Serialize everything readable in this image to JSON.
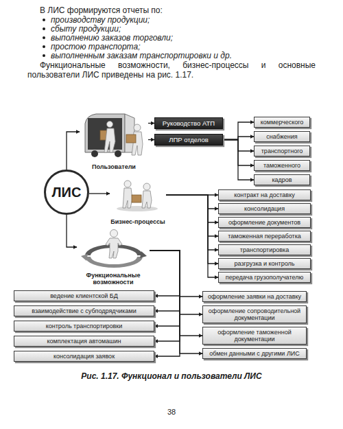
{
  "diagram": {
    "caption": "Рис. 1.17. Функционал и пользователи ЛИС",
    "nodes": [
      {
        "text": [
          "Пользователи"
        ]
      },
      {
        "text": [
          "Руководство АТП"
        ]
      },
      {
        "text": [
          "ЛПР отделов"
        ]
      },
      {
        "text": [
          "коммерческого"
        ]
      },
      {
        "text": [
          "снабжения"
        ]
      },
      {
        "text": [
          "транспортного"
        ]
      },
      {
        "text": [
          "таможенного"
        ]
      },
      {
        "text": [
          "кадров"
        ]
      },
      {
        "text": [
          "ЛИС"
        ]
      },
      {
        "text": [
          "Бизнес-процессы"
        ]
      },
      {
        "text": [
          "контракт на доставку"
        ]
      },
      {
        "text": [
          "консолидация"
        ]
      },
      {
        "text": [
          "оформление документов"
        ]
      },
      {
        "text": [
          "таможенная переработка"
        ]
      },
      {
        "text": [
          "транспортировка"
        ]
      },
      {
        "text": [
          "разгрузка и контроль"
        ]
      },
      {
        "text": [
          "передача грузополучателю"
        ]
      },
      {
        "text": [
          "Функциональные возможности"
        ]
      },
      {
        "text": [
          "ведение клиентской БД"
        ]
      },
      {
        "text": [
          "взаимодействие с субподрядчиками"
        ]
      },
      {
        "text": [
          "контроль транспортировки"
        ]
      },
      {
        "text": [
          "комплектация автомашин"
        ]
      },
      {
        "text": [
          "консолидация заявок"
        ]
      },
      {
        "text": [
          "оформление заявки на доставку"
        ]
      },
      {
        "text": [
          "оформление сопроводительной документации"
        ]
      },
      {
        "text": [
          "оформление таможенной документации"
        ]
      },
      {
        "text": [
          "обмен данными с другими ЛИС"
        ]
      }
    ],
    "edges": [
      {
        "from": 8,
        "to": 0,
        "arrow": "to"
      },
      {
        "from": 0,
        "to": 1,
        "arrow": "to"
      },
      {
        "from": 0,
        "to": 2,
        "arrow": "to"
      },
      {
        "from": 2,
        "to": 3,
        "arrow": "to"
      },
      {
        "from": 2,
        "to": 4,
        "arrow": "to"
      },
      {
        "from": 2,
        "to": 5,
        "arrow": "to"
      },
      {
        "from": 2,
        "to": 6,
        "arrow": "to"
      },
      {
        "from": 2,
        "to": 7,
        "arrow": "to"
      },
      {
        "from": 8,
        "to": 9,
        "arrow": "to"
      },
      {
        "from": 9,
        "to": 10,
        "arrow": "to"
      },
      {
        "from": 9,
        "to": 11,
        "arrow": "to"
      },
      {
        "from": 9,
        "to": 12,
        "arrow": "to"
      },
      {
        "from": 9,
        "to": 13,
        "arrow": "to"
      },
      {
        "from": 9,
        "to": 14,
        "arrow": "to"
      },
      {
        "from": 9,
        "to": 15,
        "arrow": "to"
      },
      {
        "from": 9,
        "to": 16,
        "arrow": "to"
      },
      {
        "from": 8,
        "to": 17,
        "arrow": "to"
      },
      {
        "from": 17,
        "to": 18,
        "arrow": "to"
      },
      {
        "from": 17,
        "to": 19,
        "arrow": "to"
      },
      {
        "from": 17,
        "to": 20,
        "arrow": "to"
      },
      {
        "from": 17,
        "to": 21,
        "arrow": "to"
      },
      {
        "from": 17,
        "to": 22,
        "arrow": "to"
      },
      {
        "from": 17,
        "to": 23,
        "arrow": "to"
      },
      {
        "from": 17,
        "to": 24,
        "arrow": "to"
      },
      {
        "from": 17,
        "to": 25,
        "arrow": "to"
      },
      {
        "from": 17,
        "to": 26,
        "arrow": "to"
      }
    ],
    "labels": [
      "В ЛИС формируются отчеты по:",
      "производству продукции;",
      "сбыту продукции;",
      "выполнению заказов торговли;",
      "простою транспорта;",
      "выполненным заказам транспортировки и др.",
      "Функциональные возможности, бизнес-процессы и основные пользователи ЛИС приведены на рис. 1.17.",
      "38"
    ]
  }
}
